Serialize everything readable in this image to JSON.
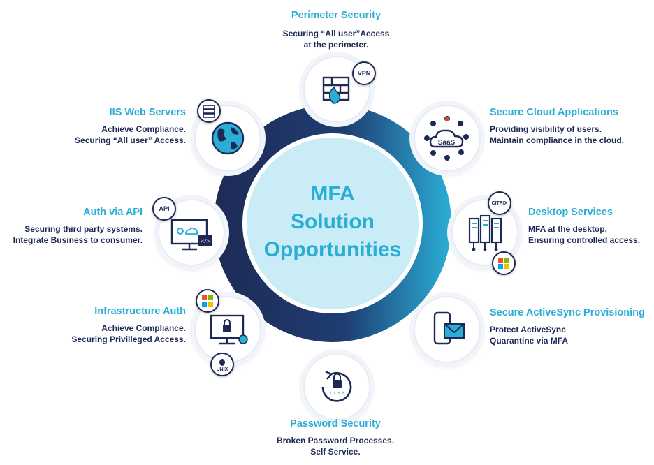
{
  "hub": {
    "line1": "MFA",
    "line2": "Solution",
    "line3": "Opportunities"
  },
  "colors": {
    "ring_dark": "#1e2a55",
    "ring_light": "#2aaed6",
    "hub_fill": "#c9ecf7",
    "title": "#2aaed6",
    "text": "#1e2a55"
  },
  "items": [
    {
      "id": "perimeter",
      "title": "Perimeter Security",
      "line1": "Securing “All user”Access",
      "line2": "at the perimeter.",
      "icon": "firewall-icon",
      "badges": [
        "VPN"
      ]
    },
    {
      "id": "cloud",
      "title": "Secure Cloud Applications",
      "line1": "Providing visibility of users.",
      "line2": "Maintain compliance in the cloud.",
      "icon": "saas-cloud-icon",
      "badges": [
        "SaaS"
      ]
    },
    {
      "id": "desktop",
      "title": "Desktop Services",
      "line1": "MFA at the desktop.",
      "line2": "Ensuring controlled access.",
      "icon": "servers-icon",
      "badges": [
        "CITRIX",
        "windows-logo-icon"
      ]
    },
    {
      "id": "activesync",
      "title": "Secure ActiveSync Provisioning",
      "line1": "Protect ActiveSync",
      "line2": "Quarantine via MFA",
      "icon": "mobile-mail-icon",
      "badges": []
    },
    {
      "id": "password",
      "title": "Password Security",
      "line1": "Broken Password Processes.",
      "line2": "Self Service.",
      "icon": "password-reset-icon",
      "badges": []
    },
    {
      "id": "infra",
      "title": "Infrastructure Auth",
      "line1": "Achieve Compliance.",
      "line2": "Securing Privilleged Access.",
      "icon": "locked-monitor-icon",
      "badges": [
        "windows-logo-icon",
        "UNIX"
      ]
    },
    {
      "id": "api",
      "title": "Auth via API",
      "line1": "Securing third party systems.",
      "line2": "Integrate Business to consumer.",
      "icon": "api-monitor-icon",
      "badges": [
        "API"
      ]
    },
    {
      "id": "iis",
      "title": "IIS Web Servers",
      "line1": "Achieve Compliance.",
      "line2": "Securing “All user” Access.",
      "icon": "globe-icon",
      "badges": [
        "server-list-icon"
      ]
    }
  ]
}
